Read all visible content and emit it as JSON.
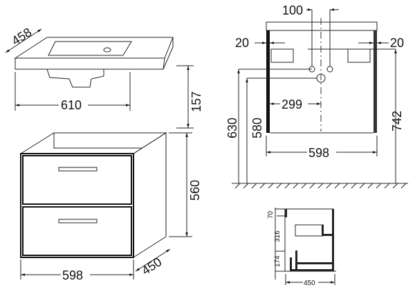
{
  "basin": {
    "depth": "458",
    "width": "610",
    "height": "157"
  },
  "cabinet": {
    "width": "598",
    "depth": "450",
    "height": "560"
  },
  "front_view": {
    "tap_spacing": "100",
    "side_left": "20",
    "side_right": "20",
    "center_offset": "299",
    "width": "598",
    "height_630": "630",
    "height_580": "580",
    "height_742": "742"
  },
  "side_view": {
    "top": "70",
    "middle": "316",
    "bottom": "174",
    "depth": "450"
  }
}
